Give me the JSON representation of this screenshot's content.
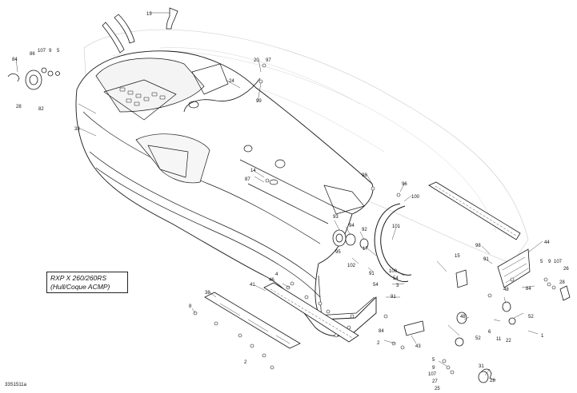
{
  "model_label": {
    "line1": "RXP X 260/260RS",
    "line2": "(Hull/Coque ACMP)"
  },
  "figure_code": "33S1511a",
  "callouts": [
    {
      "id": "c13a",
      "text": "13"
    },
    {
      "id": "c84a",
      "text": "84"
    },
    {
      "id": "c86a",
      "text": "86"
    },
    {
      "id": "c107a",
      "text": "107"
    },
    {
      "id": "c9a",
      "text": "9"
    },
    {
      "id": "c5a",
      "text": "5"
    },
    {
      "id": "c28a",
      "text": "28"
    },
    {
      "id": "c82a",
      "text": "82"
    },
    {
      "id": "c33",
      "text": "33"
    },
    {
      "id": "c20",
      "text": "20"
    },
    {
      "id": "c97",
      "text": "97"
    },
    {
      "id": "c24",
      "text": "24"
    },
    {
      "id": "c99",
      "text": "99"
    },
    {
      "id": "c14",
      "text": "14"
    },
    {
      "id": "c87",
      "text": "87"
    },
    {
      "id": "c98a",
      "text": "98"
    },
    {
      "id": "c96",
      "text": "96"
    },
    {
      "id": "c100a",
      "text": "100"
    },
    {
      "id": "c101",
      "text": "101"
    },
    {
      "id": "c93",
      "text": "93"
    },
    {
      "id": "c94",
      "text": "94"
    },
    {
      "id": "c92",
      "text": "92"
    },
    {
      "id": "c17",
      "text": "17"
    },
    {
      "id": "c95",
      "text": "95"
    },
    {
      "id": "c102",
      "text": "102"
    },
    {
      "id": "c91a",
      "text": "91"
    },
    {
      "id": "c100b",
      "text": "100"
    },
    {
      "id": "c54a",
      "text": "54"
    },
    {
      "id": "c3",
      "text": "3"
    },
    {
      "id": "c54b",
      "text": "54"
    },
    {
      "id": "c91b",
      "text": "91"
    },
    {
      "id": "c15",
      "text": "15"
    },
    {
      "id": "c98b",
      "text": "98"
    },
    {
      "id": "c44",
      "text": "44"
    },
    {
      "id": "c91c",
      "text": "91"
    },
    {
      "id": "c5b",
      "text": "5"
    },
    {
      "id": "c9b",
      "text": "9"
    },
    {
      "id": "c107b",
      "text": "107"
    },
    {
      "id": "c26",
      "text": "26"
    },
    {
      "id": "c28b",
      "text": "28"
    },
    {
      "id": "c48a",
      "text": "48"
    },
    {
      "id": "c84b",
      "text": "84"
    },
    {
      "id": "c52a",
      "text": "52"
    },
    {
      "id": "c1",
      "text": "1"
    },
    {
      "id": "c11",
      "text": "11"
    },
    {
      "id": "c22",
      "text": "22"
    },
    {
      "id": "c6",
      "text": "6"
    },
    {
      "id": "c48b",
      "text": "48"
    },
    {
      "id": "c52b",
      "text": "52"
    },
    {
      "id": "c84c",
      "text": "84"
    },
    {
      "id": "c2a",
      "text": "2"
    },
    {
      "id": "c43",
      "text": "43"
    },
    {
      "id": "c5c",
      "text": "5"
    },
    {
      "id": "c9c",
      "text": "9"
    },
    {
      "id": "c107c",
      "text": "107"
    },
    {
      "id": "c27",
      "text": "27"
    },
    {
      "id": "c25",
      "text": "25"
    },
    {
      "id": "c31",
      "text": "31"
    },
    {
      "id": "c28c",
      "text": "28"
    },
    {
      "id": "c38",
      "text": "38"
    },
    {
      "id": "c41",
      "text": "41"
    },
    {
      "id": "c46",
      "text": "46"
    },
    {
      "id": "c4",
      "text": "4"
    },
    {
      "id": "c8",
      "text": "8"
    },
    {
      "id": "c2b",
      "text": "2"
    }
  ]
}
